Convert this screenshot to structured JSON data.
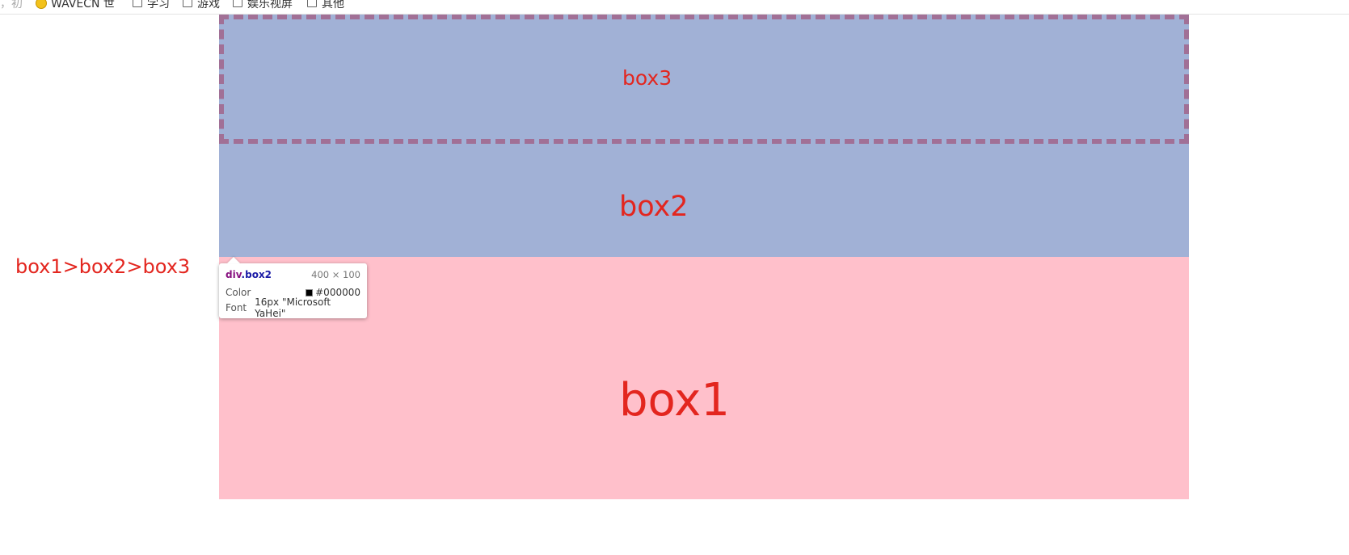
{
  "bookmarks": {
    "partial_left": "，初",
    "items": [
      {
        "label": "WAVECN 世",
        "type": "favicon"
      },
      {
        "label": "学习",
        "type": "folder"
      },
      {
        "label": "游戏",
        "type": "folder"
      },
      {
        "label": "娱乐视屏",
        "type": "folder"
      },
      {
        "label": "其他",
        "type": "folder"
      }
    ]
  },
  "side_note": "box1>box2>box3",
  "boxes": {
    "box1": {
      "label": "box1",
      "color": "#ffc0cb"
    },
    "box2": {
      "label": "box2",
      "color": "#a1b1d6"
    },
    "box3": {
      "label": "box3",
      "color": "#a1b1d6",
      "border_color": "#a17096"
    }
  },
  "tooltip": {
    "selector_tag": "div",
    "selector_class": ".box2",
    "dimensions": "400 × 100",
    "color_key": "Color",
    "color_value": "#000000",
    "font_key": "Font",
    "font_value": "16px \"Microsoft YaHei\""
  },
  "colors": {
    "label_text": "#e3261f"
  }
}
